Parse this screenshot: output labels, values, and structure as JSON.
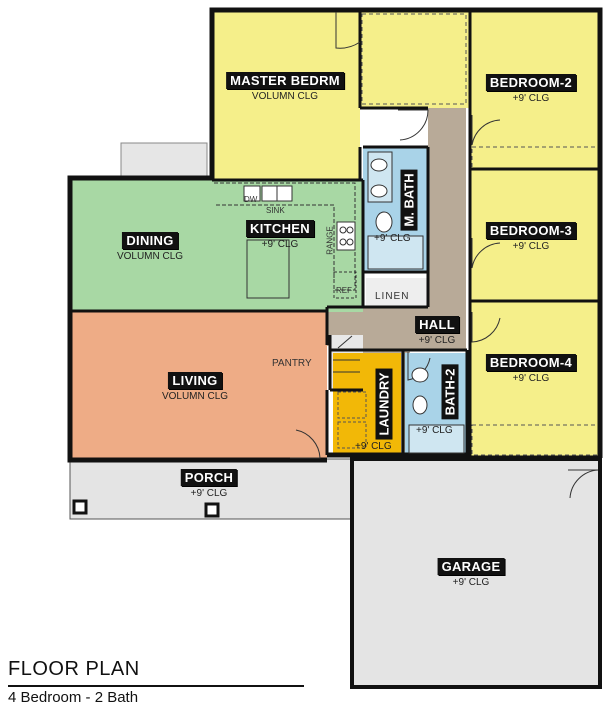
{
  "rooms": {
    "master": {
      "name": "MASTER BEDRM",
      "note": "VOLUMN CLG"
    },
    "bed2": {
      "name": "BEDROOM-2",
      "note": "+9' CLG"
    },
    "bed3": {
      "name": "BEDROOM-3",
      "note": "+9' CLG"
    },
    "bed4": {
      "name": "BEDROOM-4",
      "note": "+9' CLG"
    },
    "mbath": {
      "name": "M. BATH",
      "note": "+9' CLG"
    },
    "dining": {
      "name": "DINING",
      "note": "VOLUMN CLG"
    },
    "kitchen": {
      "name": "KITCHEN",
      "note": "+9' CLG"
    },
    "hall": {
      "name": "HALL",
      "note": "+9' CLG"
    },
    "living": {
      "name": "LIVING",
      "note": "VOLUMN CLG"
    },
    "laundry": {
      "name": "LAUNDRY",
      "note": "+9' CLG"
    },
    "bath2": {
      "name": "BATH-2",
      "note": "+9' CLG"
    },
    "porch": {
      "name": "PORCH",
      "note": "+9' CLG"
    },
    "garage": {
      "name": "GARAGE",
      "note": "+9' CLG"
    }
  },
  "fixtures": {
    "dw": "DW",
    "sink": "SINK",
    "range": "RANGE",
    "ref": "REF",
    "linen": "LINEN",
    "pantry": "PANTRY"
  },
  "plan": {
    "title": "FLOOR PLAN",
    "subtitle": "4 Bedroom - 2 Bath"
  },
  "colors": {
    "bedroom": "#f5ef8a",
    "bath": "#a9d3e8",
    "dining_kitchen": "#a8d8a4",
    "living": "#eeac86",
    "hall": "#b8aa98",
    "laundry": "#f2b807",
    "porch_garage": "#e4e4e4",
    "wall": "#111111"
  }
}
